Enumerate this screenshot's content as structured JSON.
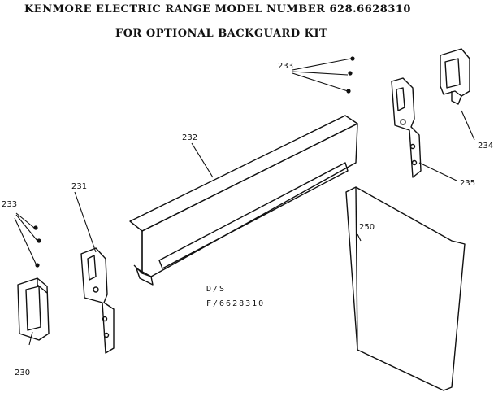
{
  "header": {
    "title": "KENMORE ELECTRIC RANGE MODEL NUMBER 628.6628310",
    "subtitle": "FOR OPTIONAL BACKGUARD KIT"
  },
  "callouts": {
    "p230": "230",
    "p231": "231",
    "p232": "232",
    "p233_left": "233",
    "p233_right": "233",
    "p234": "234",
    "p235": "235",
    "p250": "250"
  },
  "note": {
    "line1": "D/S",
    "line2": "F/6628310"
  }
}
